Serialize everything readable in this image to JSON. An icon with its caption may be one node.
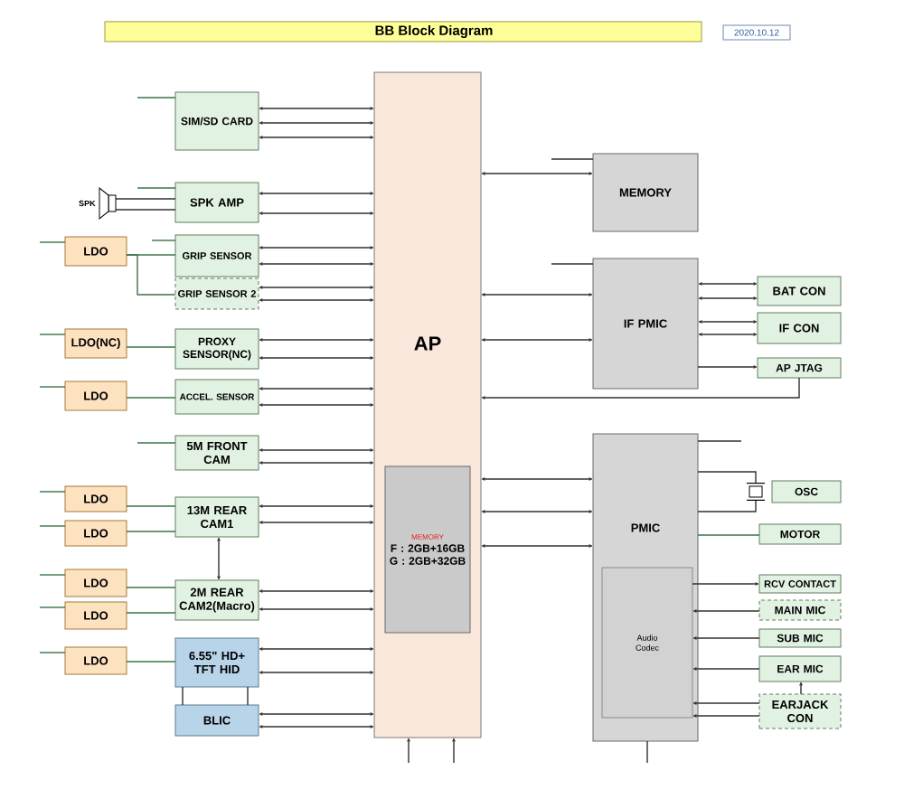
{
  "diagram": {
    "title": "BB Block Diagram",
    "nodes": [
      {
        "text": [
          "SIM/SD CARD"
        ]
      },
      {
        "text": [],
        "shape": "speaker",
        "beside": [
          "SPK"
        ]
      },
      {
        "text": [
          "SPK AMP"
        ]
      },
      {
        "text": [
          "LDO"
        ]
      },
      {
        "text": [
          "GRIP SENSOR"
        ]
      },
      {
        "text": [
          "GRIP SENSOR 2"
        ]
      },
      {
        "text": [
          "LDO(NC)"
        ]
      },
      {
        "text": [
          "PROXY SENSOR(NC)"
        ]
      },
      {
        "text": [
          "LDO"
        ]
      },
      {
        "text": [
          "ACCEL. SENSOR"
        ]
      },
      {
        "text": [
          "5M FRONT CAM"
        ]
      },
      {
        "text": [
          "LDO"
        ]
      },
      {
        "text": [
          "LDO"
        ]
      },
      {
        "text": [
          "13M REAR CAM1"
        ]
      },
      {
        "text": [
          "LDO"
        ]
      },
      {
        "text": [
          "LDO"
        ]
      },
      {
        "text": [
          "2M REAR CAM2(Macro)"
        ]
      },
      {
        "text": [
          "LDO"
        ]
      },
      {
        "text": [
          "6.55\" HD+ TFT HID"
        ]
      },
      {
        "text": [
          "BLIC"
        ]
      },
      {
        "text": [
          "AP"
        ]
      },
      {
        "text": [
          "MEMORY",
          "F : 2GB+16GB",
          "G : 2GB+32GB"
        ],
        "in": 20
      },
      {
        "text": [
          "MEMORY"
        ]
      },
      {
        "text": [
          "IF PMIC"
        ]
      },
      {
        "text": [
          "BAT CON"
        ]
      },
      {
        "text": [
          "IF CON"
        ]
      },
      {
        "text": [
          "AP JTAG"
        ]
      },
      {
        "text": [
          "PMIC"
        ]
      },
      {
        "text": [
          "Audio Codec"
        ],
        "in": 27
      },
      {
        "text": [],
        "shape": "crystal"
      },
      {
        "text": [
          "OSC"
        ]
      },
      {
        "text": [
          "MOTOR"
        ]
      },
      {
        "text": [
          "RCV CONTACT"
        ]
      },
      {
        "text": [
          "MAIN MIC"
        ]
      },
      {
        "text": [
          "SUB MIC"
        ]
      },
      {
        "text": [
          "EAR MIC"
        ]
      },
      {
        "text": [
          "EARJACK CON"
        ]
      }
    ],
    "edges": [
      {
        "from": 0,
        "to": 20,
        "arrow": "both"
      },
      {
        "from": 0,
        "to": 20,
        "arrow": "both"
      },
      {
        "from": 0,
        "to": 20,
        "arrow": "both"
      },
      {
        "from": null,
        "to": 0,
        "arrow": "none",
        "color": "#3b7443"
      },
      {
        "from": 2,
        "to": 1,
        "arrow": "none"
      },
      {
        "from": 2,
        "to": 1,
        "arrow": "none"
      },
      {
        "from": null,
        "to": 2,
        "arrow": "none",
        "color": "#3b7443"
      },
      {
        "from": 2,
        "to": 20,
        "arrow": "both"
      },
      {
        "from": 2,
        "to": 20,
        "arrow": "both"
      },
      {
        "from": null,
        "to": 3,
        "arrow": "none",
        "color": "#3b7443"
      },
      {
        "from": 3,
        "to": 4,
        "arrow": "none",
        "color": "#3b7443"
      },
      {
        "from": 3,
        "to": 5,
        "arrow": "none",
        "color": "#3b7443"
      },
      {
        "from": null,
        "to": 4,
        "arrow": "none",
        "color": "#3b7443"
      },
      {
        "from": 4,
        "to": 20,
        "arrow": "both"
      },
      {
        "from": 4,
        "to": 20,
        "arrow": "both"
      },
      {
        "from": 5,
        "to": 20,
        "arrow": "both"
      },
      {
        "from": 5,
        "to": 20,
        "arrow": "both"
      },
      {
        "from": null,
        "to": 6,
        "arrow": "none",
        "color": "#3b7443"
      },
      {
        "from": 6,
        "to": 7,
        "arrow": "none",
        "color": "#3b7443"
      },
      {
        "from": 7,
        "to": 20,
        "arrow": "both"
      },
      {
        "from": 7,
        "to": 20,
        "arrow": "both"
      },
      {
        "from": null,
        "to": 8,
        "arrow": "none",
        "color": "#3b7443"
      },
      {
        "from": 8,
        "to": 9,
        "arrow": "none",
        "color": "#3b7443"
      },
      {
        "from": 9,
        "to": 20,
        "arrow": "both"
      },
      {
        "from": 9,
        "to": 20,
        "arrow": "both"
      },
      {
        "from": null,
        "to": 10,
        "arrow": "none",
        "color": "#3b7443"
      },
      {
        "from": 10,
        "to": 20,
        "arrow": "both"
      },
      {
        "from": 10,
        "to": 20,
        "arrow": "both"
      },
      {
        "from": null,
        "to": 11,
        "arrow": "none",
        "color": "#3b7443"
      },
      {
        "from": 11,
        "to": 13,
        "arrow": "none",
        "color": "#3b7443"
      },
      {
        "from": null,
        "to": 12,
        "arrow": "none",
        "color": "#3b7443"
      },
      {
        "from": 12,
        "to": 13,
        "arrow": "none",
        "color": "#3b7443"
      },
      {
        "from": 13,
        "to": 20,
        "arrow": "both"
      },
      {
        "from": 13,
        "to": 20,
        "arrow": "both"
      },
      {
        "from": 13,
        "to": 16,
        "arrow": "both"
      },
      {
        "from": null,
        "to": 14,
        "arrow": "none",
        "color": "#3b7443"
      },
      {
        "from": 14,
        "to": 16,
        "arrow": "none",
        "color": "#3b7443"
      },
      {
        "from": null,
        "to": 15,
        "arrow": "none",
        "color": "#3b7443"
      },
      {
        "from": 15,
        "to": 16,
        "arrow": "none",
        "color": "#3b7443"
      },
      {
        "from": 16,
        "to": 20,
        "arrow": "both"
      },
      {
        "from": 16,
        "to": 20,
        "arrow": "both"
      },
      {
        "from": null,
        "to": 17,
        "arrow": "none",
        "color": "#3b7443"
      },
      {
        "from": 17,
        "to": 18,
        "arrow": "none",
        "color": "#3b7443"
      },
      {
        "from": 18,
        "to": 20,
        "arrow": "both"
      },
      {
        "from": 18,
        "to": 20,
        "arrow": "both"
      },
      {
        "from": 18,
        "to": 19,
        "arrow": "none"
      },
      {
        "from": 18,
        "to": 19,
        "arrow": "none"
      },
      {
        "from": 19,
        "to": 20,
        "arrow": "both"
      },
      {
        "from": 19,
        "to": 20,
        "arrow": "both"
      },
      {
        "from": 20,
        "to": 22,
        "arrow": "both"
      },
      {
        "from": null,
        "to": 22,
        "arrow": "none"
      },
      {
        "from": 20,
        "to": 23,
        "arrow": "both"
      },
      {
        "from": 20,
        "to": 23,
        "arrow": "both"
      },
      {
        "from": null,
        "to": 23,
        "arrow": "none"
      },
      {
        "from": 23,
        "to": 24,
        "arrow": "both"
      },
      {
        "from": 23,
        "to": 24,
        "arrow": "both"
      },
      {
        "from": 23,
        "to": 25,
        "arrow": "both"
      },
      {
        "from": 23,
        "to": 25,
        "arrow": "both"
      },
      {
        "from": 23,
        "to": 26,
        "arrow": "to"
      },
      {
        "from": 26,
        "to": 20,
        "arrow": "to"
      },
      {
        "from": 20,
        "to": 27,
        "arrow": "both"
      },
      {
        "from": 20,
        "to": 27,
        "arrow": "both"
      },
      {
        "from": 20,
        "to": 27,
        "arrow": "both"
      },
      {
        "from": 27,
        "to": null,
        "arrow": "none"
      },
      {
        "from": 27,
        "to": 29,
        "arrow": "none"
      },
      {
        "from": 27,
        "to": 29,
        "arrow": "none"
      },
      {
        "from": 27,
        "to": 31,
        "arrow": "none",
        "color": "#3b7443"
      },
      {
        "from": 28,
        "to": 32,
        "arrow": "to"
      },
      {
        "from": 33,
        "to": 28,
        "arrow": "to"
      },
      {
        "from": 34,
        "to": 28,
        "arrow": "to"
      },
      {
        "from": 35,
        "to": 28,
        "arrow": "to"
      },
      {
        "from": 36,
        "to": 35,
        "arrow": "to"
      },
      {
        "from": 36,
        "to": 28,
        "arrow": "to"
      },
      {
        "from": 36,
        "to": 28,
        "arrow": "to"
      },
      {
        "from": null,
        "to": 20,
        "arrow": "to"
      },
      {
        "from": null,
        "to": 20,
        "arrow": "to"
      },
      {
        "from": null,
        "to": 27,
        "arrow": "none"
      }
    ],
    "labels": [
      "2020.10.12"
    ]
  }
}
